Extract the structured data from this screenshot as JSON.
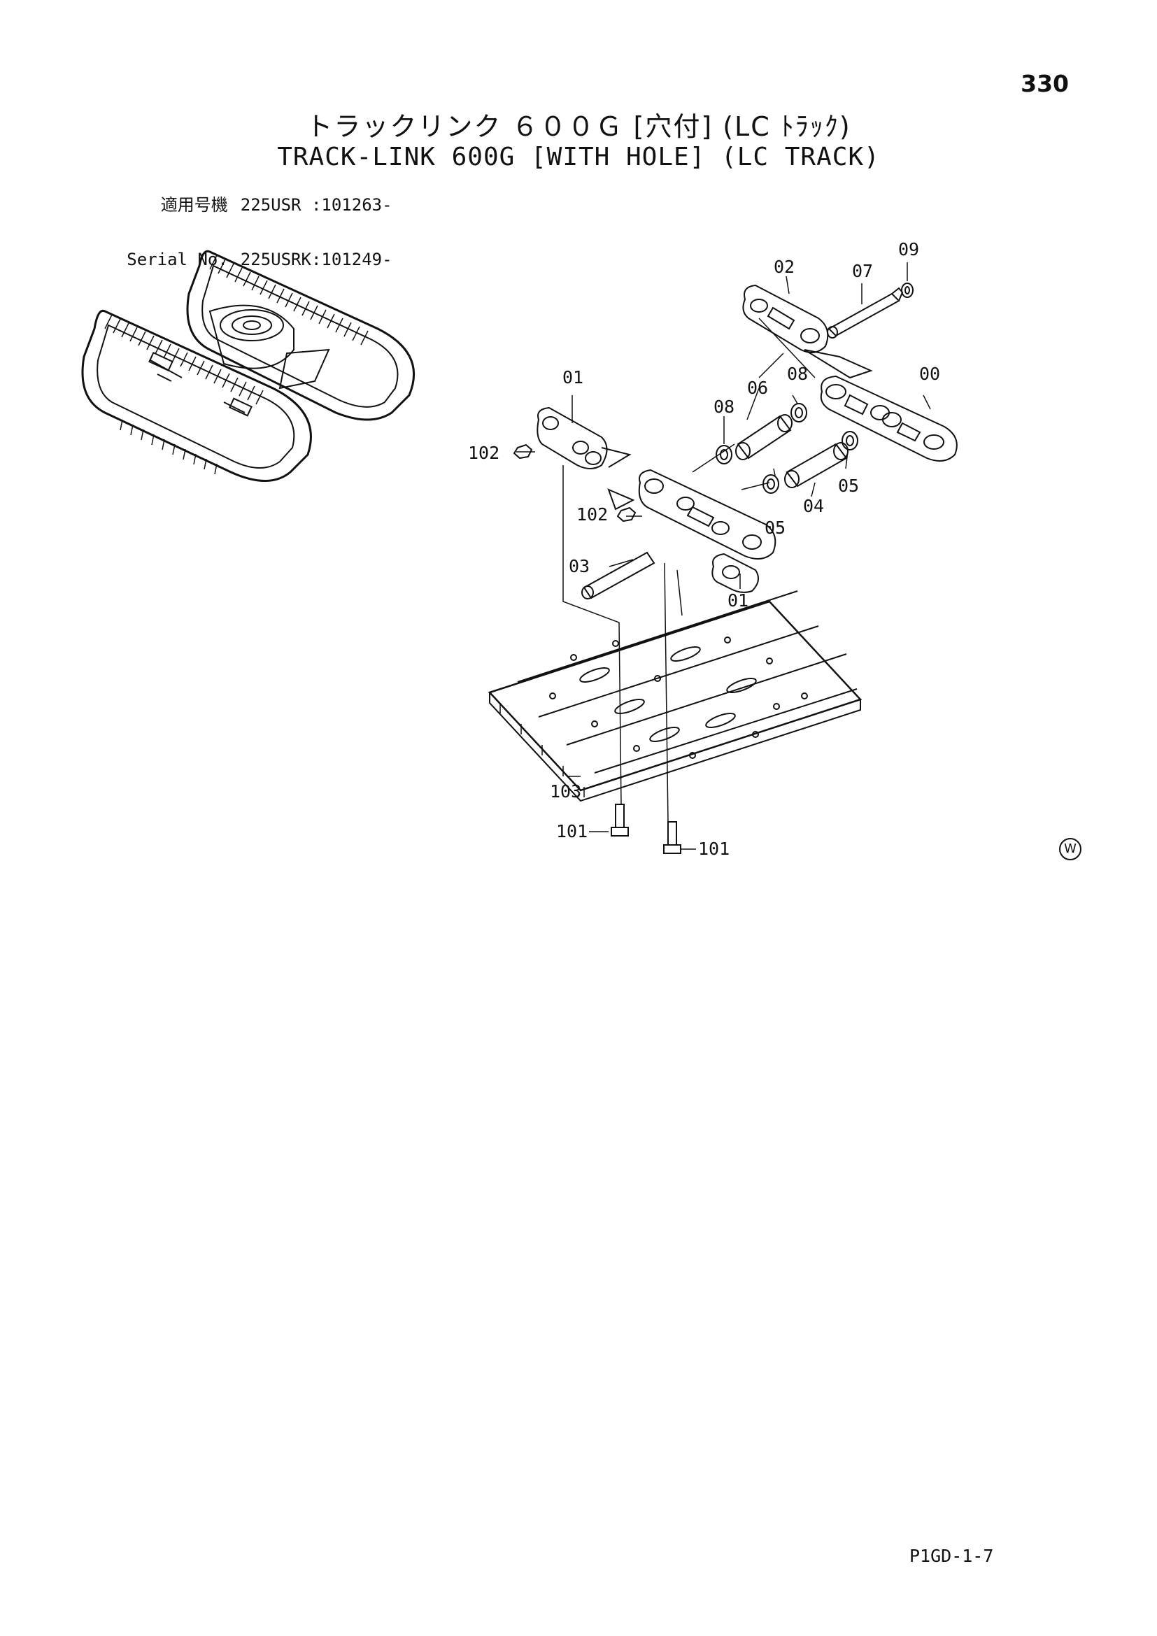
{
  "page_number": "330",
  "title_jp": "トラックリンク ６００Ｇ [穴付] (LC ﾄﾗｯｸ)",
  "title_en": "TRACK-LINK 600G [WITH HOLE] (LC TRACK)",
  "serial": {
    "rows": [
      {
        "label": "適用号機",
        "value": "225USR :101263-"
      },
      {
        "label": "Serial No.",
        "value": "225USRK:101249-"
      }
    ]
  },
  "callouts": {
    "c00": "00",
    "c01a": "01",
    "c01b": "01",
    "c02": "02",
    "c03": "03",
    "c04": "04",
    "c05a": "05",
    "c05b": "05",
    "c06": "06",
    "c07": "07",
    "c08a": "08",
    "c08b": "08",
    "c09": "09",
    "c101a": "101",
    "c101b": "101",
    "c102a": "102",
    "c102b": "102",
    "c103": "103"
  },
  "w_mark": "W",
  "footer_code": "P1GD-1-7"
}
